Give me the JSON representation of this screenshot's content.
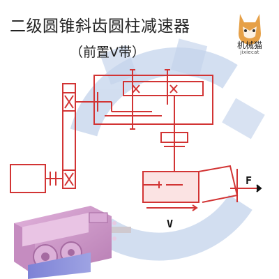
{
  "header": {
    "title": "二级圆锥斜齿圆柱减速器",
    "subtitle": "（前置V带）"
  },
  "logo": {
    "name": "机械猫",
    "sub": "jixiecat"
  },
  "labels": {
    "force": "F",
    "velocity": "V"
  },
  "colors": {
    "schematic_line": "#d23434",
    "watermark": "#c4d4ec",
    "conveyor_fill": "#fbe3e3",
    "housing": "#cf95c9",
    "motor": "#8a8fd8",
    "logo_cat": "#e6a047"
  }
}
